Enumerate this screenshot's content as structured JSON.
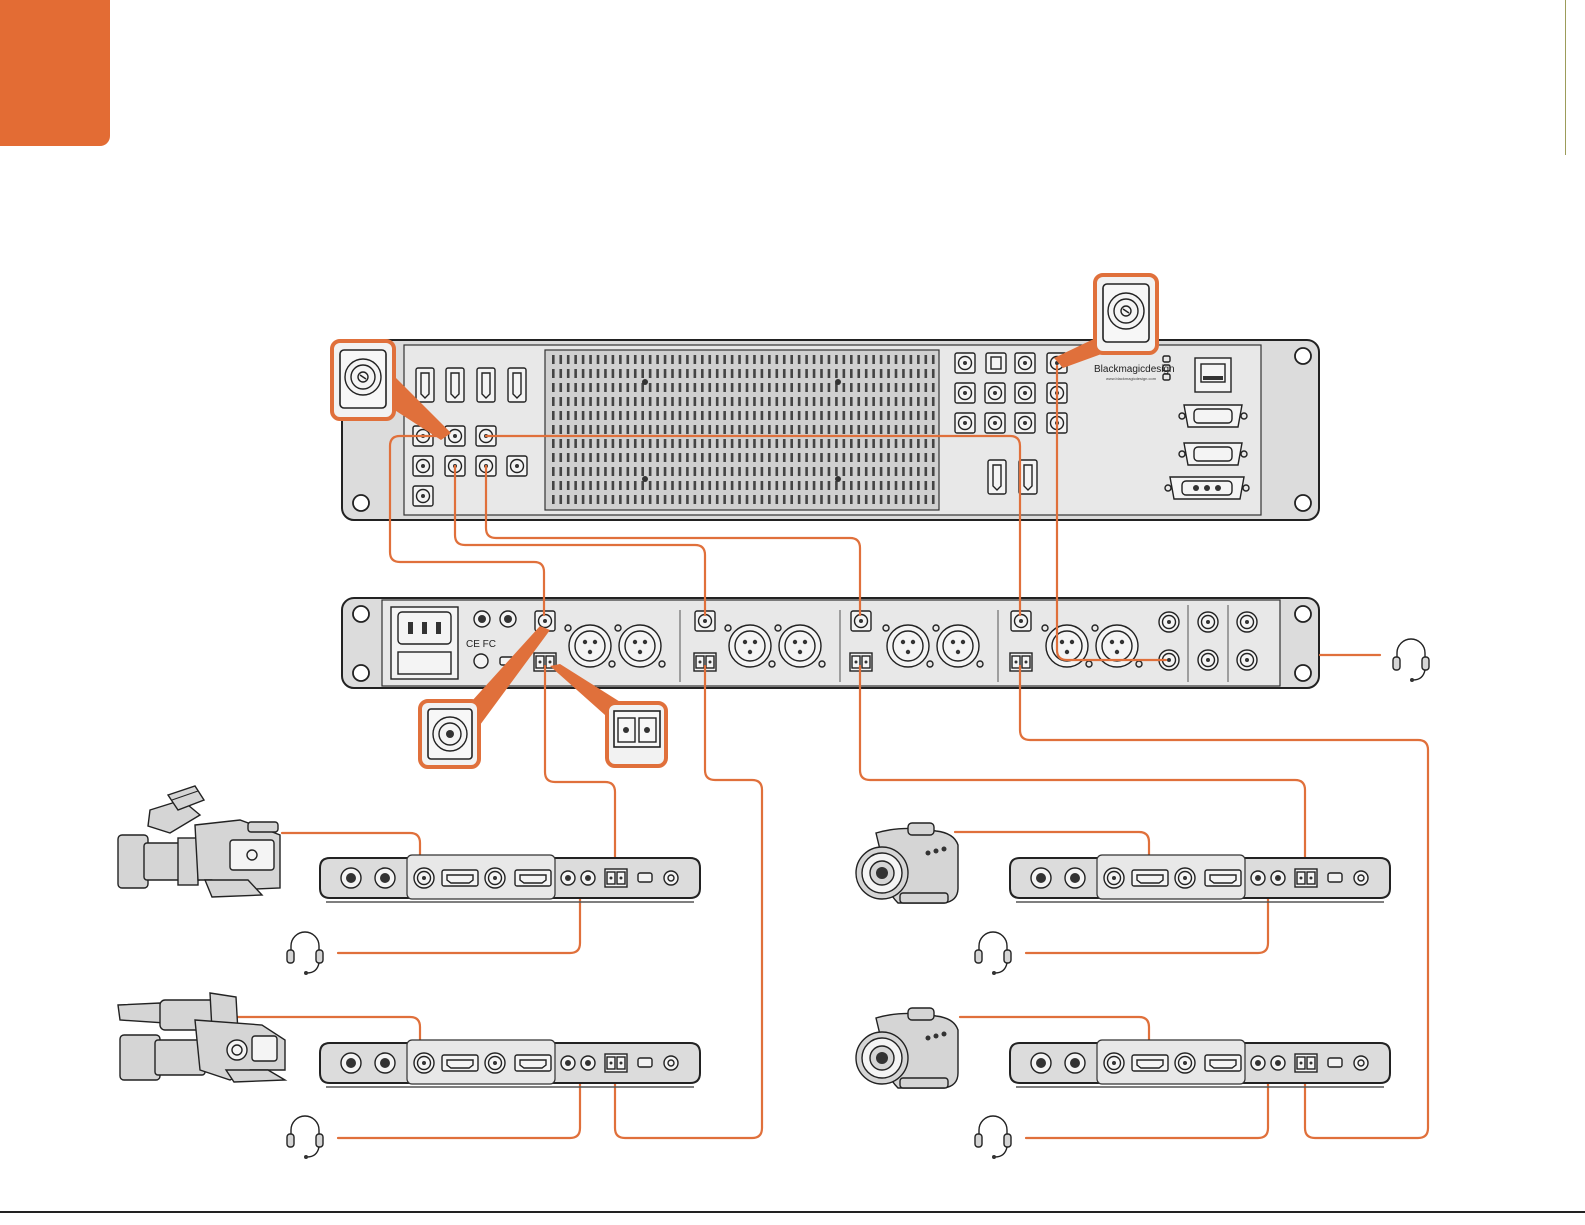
{
  "colors": {
    "accent": "#e36c34",
    "cable": "#e0703b",
    "device_fill": "#dcdcdc",
    "outline": "#222222"
  },
  "switcher": {
    "brand_logo": "Blackmagicdesign",
    "website": "www.blackmagicdesign.com"
  },
  "icons": {
    "fiber_callout": "fiber-sfp-connector-icon",
    "bnc_callout": "bnc-connector-icon",
    "lc_callout": "lc-fiber-connector-icon",
    "headset": "headset-icon",
    "broadcast_camera": "broadcast-camera-icon",
    "camcorder": "camcorder-icon"
  },
  "regulatory_marks": "CE FC"
}
